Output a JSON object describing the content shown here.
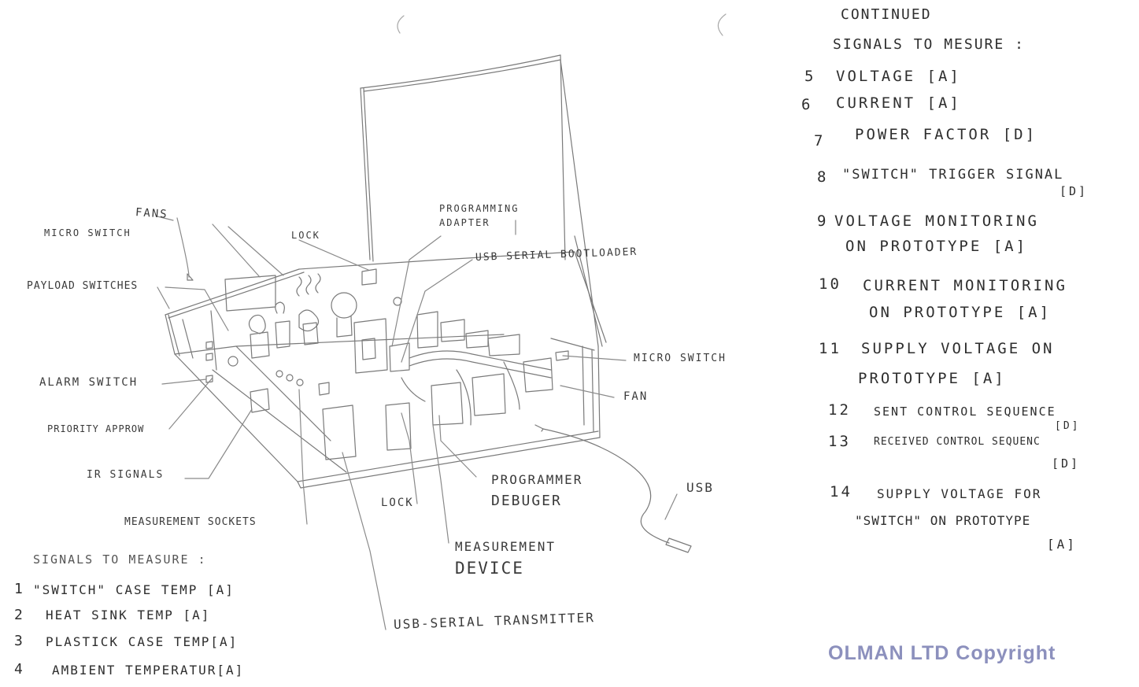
{
  "labels": {
    "fans": "FANS",
    "micro_switch_left": "MICRO SWITCH",
    "lock_top": "LOCK",
    "programming_adapter_1": "PROGRAMMING",
    "programming_adapter_2": "ADAPTER",
    "usb_serial_bootloader": "USB SERIAL BOOTLOADER",
    "payload_switches": "PAYLOAD SWITCHES",
    "alarm_switch": "ALARM SWITCH",
    "priority_approw": "PRIORITY APPROW",
    "ir_signals": "IR SIGNALS",
    "measurement_sockets": "MEASUREMENT SOCKETS",
    "micro_switch_right": "MICRO SWITCH",
    "fan": "FAN",
    "usb": "USB",
    "programmer_1": "PROGRAMMER",
    "programmer_2": "DEBUGER",
    "lock_bottom": "LOCK",
    "measurement_device_1": "MEASUREMENT",
    "measurement_device_2": "DEVICE",
    "usb_serial_transmitter": "USB-SERIAL TRANSMITTER"
  },
  "signals_left": {
    "heading": "SIGNALS TO MEASURE :",
    "items": [
      {
        "num": "1",
        "text": "\"SWITCH\" CASE TEMP [A]"
      },
      {
        "num": "2",
        "text": "HEAT SINK TEMP  [A]"
      },
      {
        "num": "3",
        "text": "PLASTICK CASE TEMP[A]"
      },
      {
        "num": "4",
        "text": "AMBIENT TEMPERATUR[A]"
      }
    ]
  },
  "signals_right": {
    "heading_1": "CONTINUED",
    "heading_2": "SIGNALS TO MESURE :",
    "items": [
      {
        "num": "5",
        "text": "VOLTAGE  [A]"
      },
      {
        "num": "6",
        "text": "CURRENT  [A]"
      },
      {
        "num": "7",
        "text": "POWER FACTOR [D]"
      },
      {
        "num": "8",
        "text": "\"SWITCH\" TRIGGER SIGNAL",
        "cont": "[D]"
      },
      {
        "num": "9",
        "text": "VOLTAGE MONITORING",
        "cont": "ON PROTOTYPE  [A]"
      },
      {
        "num": "10",
        "text": "CURRENT MONITORING",
        "cont": "ON  PROTOTYPE [A]"
      },
      {
        "num": "11",
        "text": "SUPPLY VOLTAGE ON",
        "cont": "PROTOTYPE   [A]"
      },
      {
        "num": "12",
        "text": "SENT CONTROL SEQUENCE",
        "cont": "[D]"
      },
      {
        "num": "13",
        "text": "RECEIVED CONTROL SEQUENC",
        "cont": "[D]"
      },
      {
        "num": "14",
        "text": "SUPPLY VOLTAGE FOR",
        "cont": "\"SWITCH\" ON PROTOTYPE",
        "cont2": "[A]"
      }
    ]
  },
  "copyright": "OLMAN LTD Copyright"
}
